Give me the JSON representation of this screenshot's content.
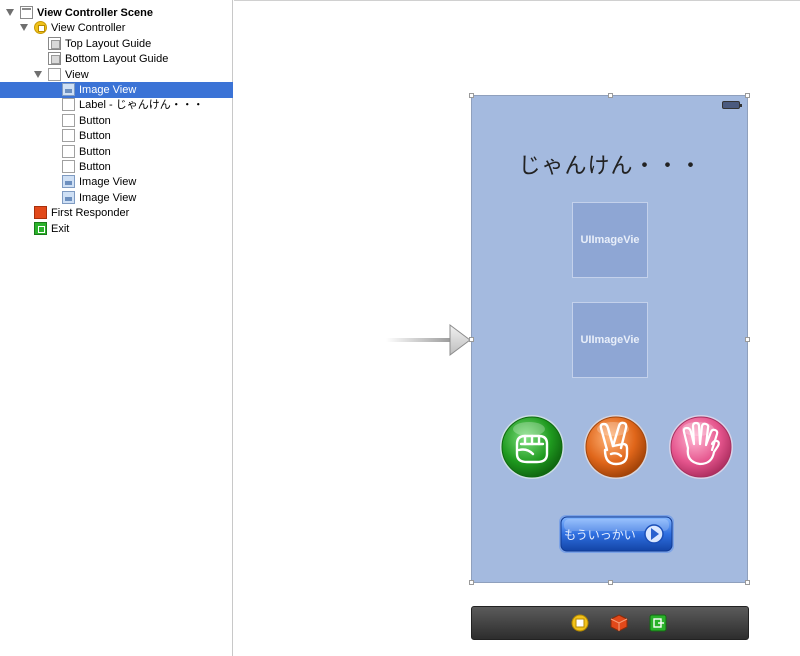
{
  "outline": {
    "items": [
      {
        "label": "View Controller Scene",
        "icon": "scene-icon",
        "bold": true,
        "disclosure": "open",
        "selected": false
      },
      {
        "label": "View Controller",
        "icon": "view-controller-icon",
        "bold": false,
        "disclosure": "open",
        "selected": false
      },
      {
        "label": "Top Layout Guide",
        "icon": "layout-guide-icon",
        "bold": false,
        "disclosure": "none",
        "selected": false
      },
      {
        "label": "Bottom Layout Guide",
        "icon": "layout-guide-icon",
        "bold": false,
        "disclosure": "none",
        "selected": false
      },
      {
        "label": "View",
        "icon": "view-icon",
        "bold": false,
        "disclosure": "open",
        "selected": false
      },
      {
        "label": "Image View",
        "icon": "image-view-icon",
        "bold": false,
        "disclosure": "none",
        "selected": true
      },
      {
        "label": "Label - じゃんけん・・・",
        "icon": "view-icon",
        "bold": false,
        "disclosure": "none",
        "selected": false
      },
      {
        "label": "Button",
        "icon": "view-icon",
        "bold": false,
        "disclosure": "none",
        "selected": false
      },
      {
        "label": "Button",
        "icon": "view-icon",
        "bold": false,
        "disclosure": "none",
        "selected": false
      },
      {
        "label": "Button",
        "icon": "view-icon",
        "bold": false,
        "disclosure": "none",
        "selected": false
      },
      {
        "label": "Button",
        "icon": "view-icon",
        "bold": false,
        "disclosure": "none",
        "selected": false
      },
      {
        "label": "Image View",
        "icon": "image-view-icon",
        "bold": false,
        "disclosure": "none",
        "selected": false
      },
      {
        "label": "Image View",
        "icon": "image-view-icon",
        "bold": false,
        "disclosure": "none",
        "selected": false
      },
      {
        "label": "First Responder",
        "icon": "first-responder-icon",
        "bold": false,
        "disclosure": "none",
        "selected": false
      },
      {
        "label": "Exit",
        "icon": "exit-icon",
        "bold": false,
        "disclosure": "none",
        "selected": false
      }
    ]
  },
  "scene": {
    "title_label": "じゃんけん・・・",
    "image_view_top": "UIImageVie",
    "image_view_bottom": "UIImageVie",
    "retry_button_label": "もういっかい",
    "buttons": [
      {
        "name": "rock",
        "icon": "rock-hand-icon",
        "color": "#2aa52a"
      },
      {
        "name": "scissors",
        "icon": "scissors-hand-icon",
        "color": "#e36a1c"
      },
      {
        "name": "paper",
        "icon": "paper-hand-icon",
        "color": "#e8568f"
      }
    ],
    "colors": {
      "background": "#a4badf",
      "image_view": "#8ea6d4",
      "retry_button": "#2f6fe0",
      "selection": "#3b73d6"
    }
  },
  "dock": {
    "icons": [
      "view-controller-icon",
      "first-responder-icon",
      "exit-icon"
    ]
  }
}
